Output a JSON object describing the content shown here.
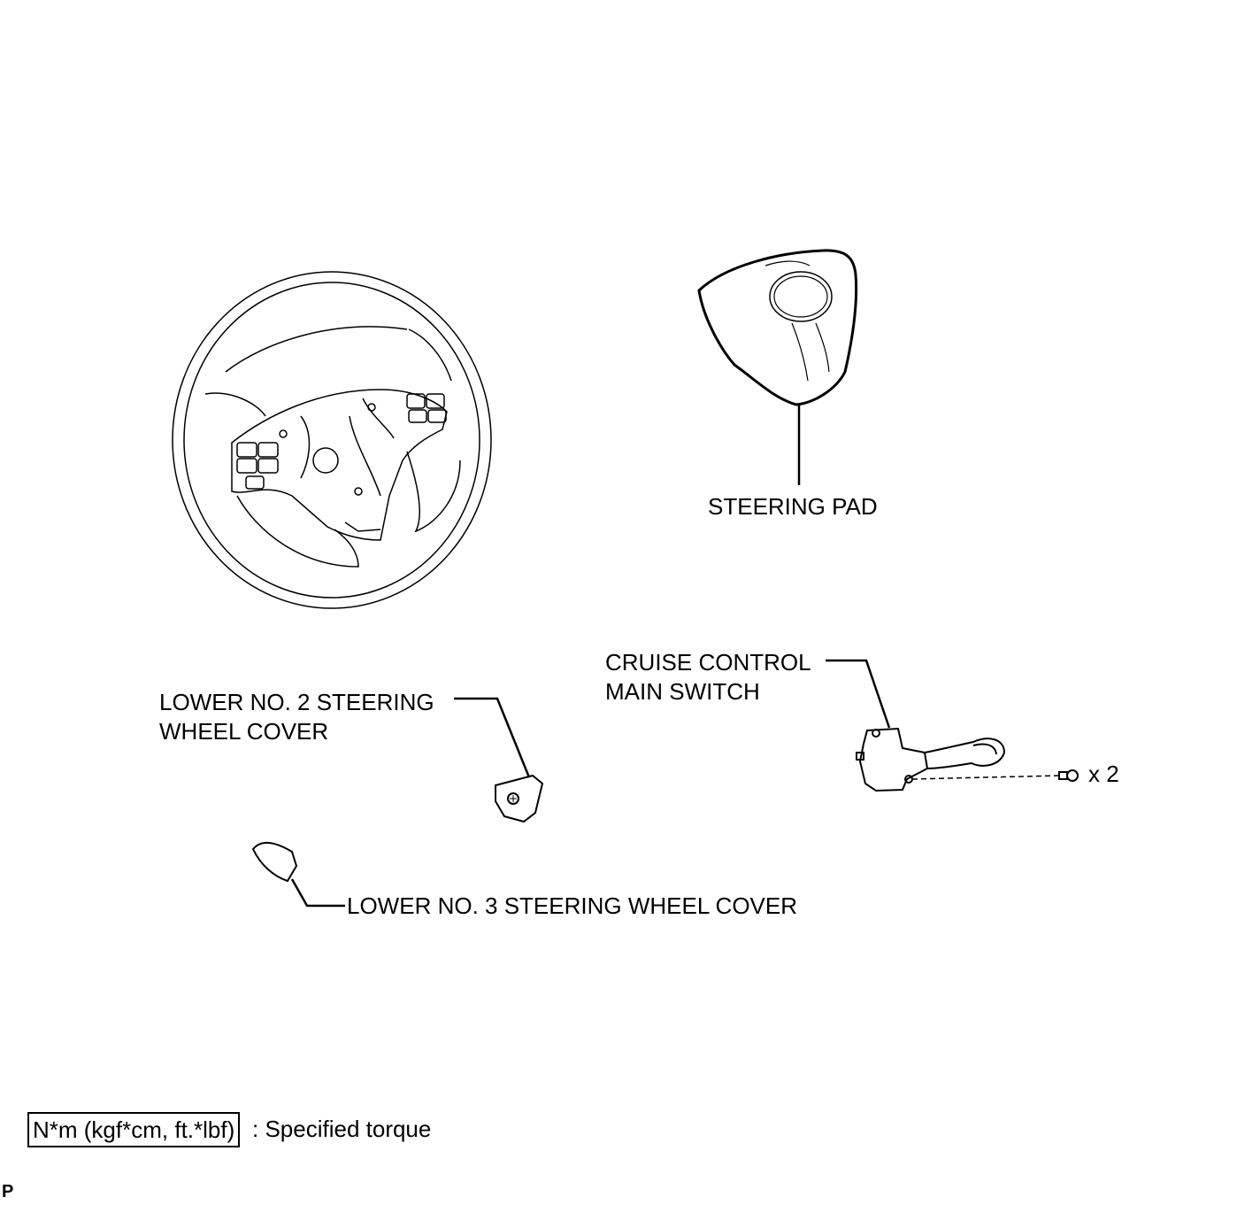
{
  "labels": {
    "steering_pad": "STEERING PAD",
    "cruise_line1": "CRUISE CONTROL",
    "cruise_line2": "MAIN SWITCH",
    "lower2_line1": "LOWER NO. 2 STEERING",
    "lower2_line2": "WHEEL COVER",
    "lower3": "LOWER NO. 3 STEERING WHEEL COVER",
    "screw_qty": "x 2"
  },
  "legend": {
    "torque_unit": "N*m (kgf*cm, ft.*lbf)",
    "torque_desc": ": Specified torque"
  },
  "corner_mark": "P"
}
